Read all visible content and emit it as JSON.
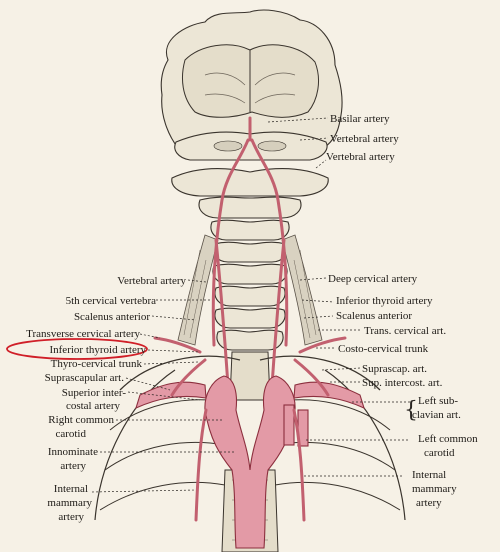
{
  "colors": {
    "artery": "#e39aa6",
    "bone": "#ece6d6",
    "paper": "#f6f1e6",
    "highlight": "#d01f28"
  },
  "labels_right": {
    "basilar": "Basilar artery",
    "vertebral_1": "Vertebral artery",
    "vertebral_2": "Vertebral artery",
    "deep_cervical": "Deep cervical artery",
    "inferior_thyroid": "Inferior thyroid artery",
    "scalenus_anterior": "Scalenus anterior",
    "trans_cervical": "Trans. cervical art.",
    "costo_cervical": "Costo-cervical trunk",
    "suprascap": "Suprascap. art.",
    "sup_intercost": "Sup. intercost. art.",
    "left_subclavian_1": "Left sub-",
    "left_subclavian_2": "clavian art.",
    "left_common_1": "Left common",
    "left_common_2": "carotid",
    "internal_mammary_1": "Internal",
    "internal_mammary_2": "mammary",
    "internal_mammary_3": "artery"
  },
  "labels_left": {
    "vertebral": "Vertebral artery",
    "fifth_vertebra": "5th cervical vertebra",
    "scalenus_anterior": "Scalenus anterior",
    "transverse_cervical": "Transverse cervical artery",
    "inferior_thyroid": "Inferior thyroid artery",
    "thyro_cervical": "Thyro-cervical trunk",
    "suprascapular": "Suprascapular art.",
    "superior_inter_1": "Superior inter-",
    "superior_inter_2": "costal artery",
    "right_common_1": "Right common",
    "right_common_2": "carotid",
    "innominate_1": "Innominate",
    "innominate_2": "artery",
    "internal_mammary_1": "Internal",
    "internal_mammary_2": "mammary",
    "internal_mammary_3": "artery"
  }
}
